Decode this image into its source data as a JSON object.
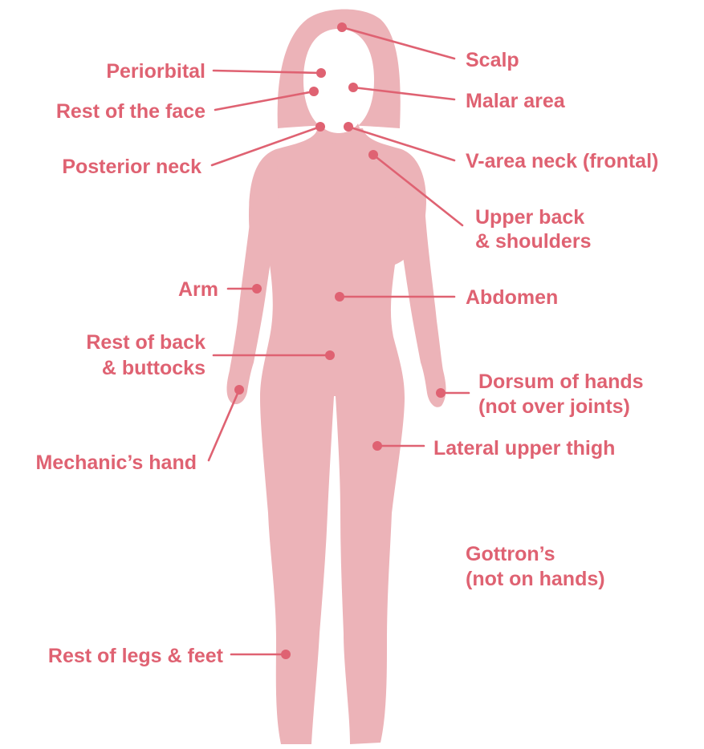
{
  "colors": {
    "body": "#ecb3b8",
    "accent": "#df6272",
    "background": "#ffffff"
  },
  "labels": {
    "scalp": "Scalp",
    "periorbital": "Periorbital",
    "malar_area": "Malar area",
    "rest_of_face": "Rest of the face",
    "posterior_neck": "Posterior neck",
    "v_area_neck": "V-area neck (frontal)",
    "upper_back_1": "Upper back",
    "upper_back_2": "& shoulders",
    "arm": "Arm",
    "abdomen": "Abdomen",
    "rest_of_back_1": "Rest of back",
    "rest_of_back_2": "& buttocks",
    "dorsum_hands_1": "Dorsum of hands",
    "dorsum_hands_2": "(not over joints)",
    "mechanics_hand": "Mechanic’s hand",
    "lateral_upper_thigh": "Lateral upper thigh",
    "gottrons_1": "Gottron’s",
    "gottrons_2": "(not on hands)",
    "rest_of_legs": "Rest of legs & feet"
  }
}
